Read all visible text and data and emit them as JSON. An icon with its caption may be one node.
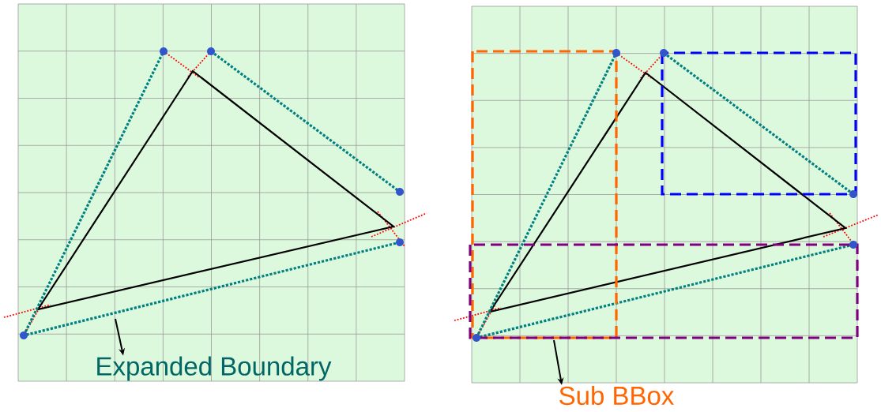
{
  "diagram": {
    "nodes": [
      {
        "text": [
          "Expanded Boundary"
        ]
      },
      {
        "text": [
          "Sub BBox"
        ]
      }
    ],
    "edges": [
      {
        "from": null,
        "to": 0,
        "arrow": "to"
      },
      {
        "from": null,
        "to": 1,
        "arrow": "to"
      }
    ]
  }
}
